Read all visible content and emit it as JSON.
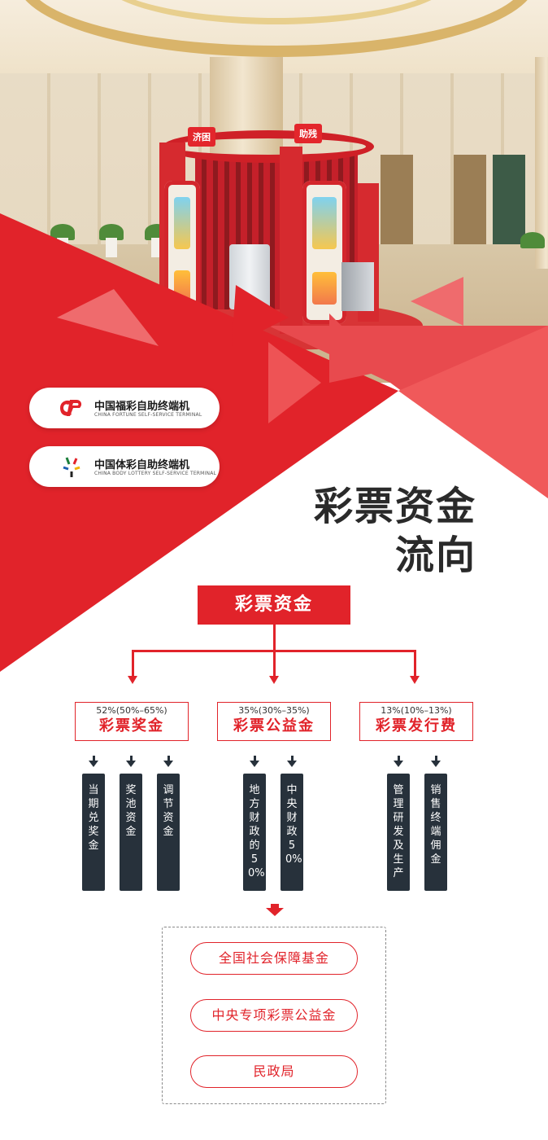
{
  "colors": {
    "brand_red": "#e1232a",
    "dark_bar": "#27313b",
    "headline": "#2a2a2a"
  },
  "hero": {
    "booth_tags": [
      "济困",
      "助残"
    ],
    "icons": [
      "welfare-lottery-icon",
      "sports-lottery-icon"
    ]
  },
  "logos": {
    "welfare": {
      "name": "中国福彩自助终端机",
      "sub": "CHINA FORTUNE SELF-SERVICE TERMINAL"
    },
    "sports": {
      "name": "中国体彩自助终端机",
      "sub": "CHINA BODY LOTTERY SELF-SERVICE TERMINAL"
    }
  },
  "headline": {
    "line1": "彩票资金",
    "line2": "流向"
  },
  "flow": {
    "root": "彩票资金",
    "categories": [
      {
        "pct": "52%(50%–65%)",
        "title": "彩票奖金",
        "items": [
          "当期兑奖金",
          "奖池资金",
          "调节资金"
        ]
      },
      {
        "pct": "35%(30%–35%)",
        "title": "彩票公益金",
        "items": [
          "地方财政的50%",
          "中央财政50%"
        ]
      },
      {
        "pct": "13%(10%–13%)",
        "title": "彩票发行费",
        "items": [
          "管理研发及生产",
          "销售终端佣金"
        ]
      }
    ],
    "destinations": [
      "全国社会保障基金",
      "中央专项彩票公益金",
      "民政局"
    ]
  }
}
